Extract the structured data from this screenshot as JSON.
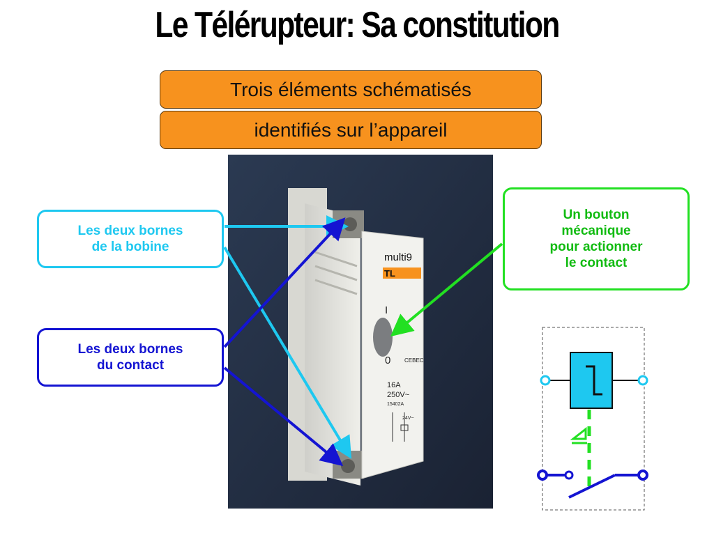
{
  "slide": {
    "title": "Le Télérupteur: Sa constitution",
    "banner_top": "Trois éléments schématisés",
    "banner_bottom": "identifiés sur l’appareil"
  },
  "labels": {
    "bobine": "Les deux bornes\nde la  bobine",
    "contact": "Les deux bornes\ndu contact",
    "bouton": "Un bouton\nmécanique\npour actionner\nle contact"
  },
  "device": {
    "brand": "multi9",
    "model": "TL",
    "position_on": "I",
    "position_off": "0",
    "cert": "CEBEC",
    "rating_current": "16A",
    "rating_voltage": "250V~",
    "ref": "15402A",
    "coil_voltage": "24V~"
  },
  "colors": {
    "orange": "#f7921e",
    "cyan": "#1ec8f0",
    "blue": "#1414d2",
    "green": "#22e022"
  }
}
